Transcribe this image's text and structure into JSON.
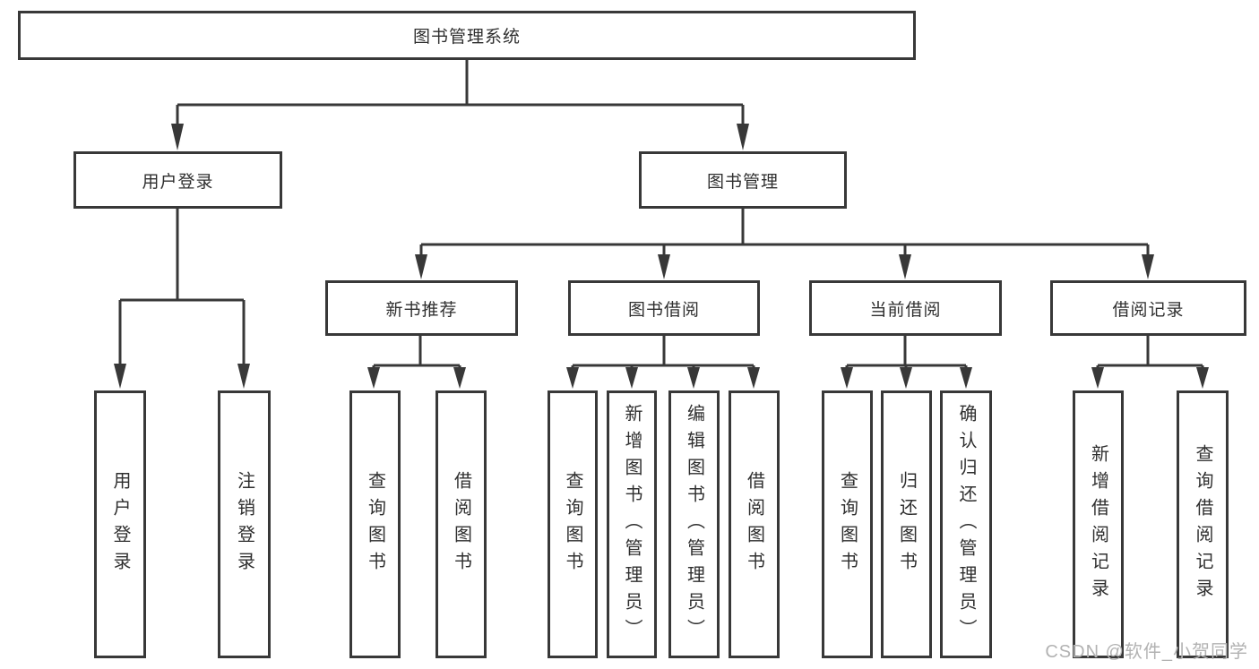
{
  "diagram": {
    "tree": {
      "label": "图书管理系统",
      "children": [
        {
          "label": "用户登录",
          "children": [
            {
              "label": "用户登录"
            },
            {
              "label": "注销登录"
            }
          ]
        },
        {
          "label": "图书管理",
          "children": [
            {
              "label": "新书推荐",
              "children": [
                {
                  "label": "查询图书"
                },
                {
                  "label": "借阅图书"
                }
              ]
            },
            {
              "label": "图书借阅",
              "children": [
                {
                  "label": "查询图书"
                },
                {
                  "label": "新增图书（管理员）"
                },
                {
                  "label": "编辑图书（管理员）"
                },
                {
                  "label": "借阅图书"
                }
              ]
            },
            {
              "label": "当前借阅",
              "children": [
                {
                  "label": "查询图书"
                },
                {
                  "label": "归还图书"
                },
                {
                  "label": "确认归还（管理员）"
                }
              ]
            },
            {
              "label": "借阅记录",
              "children": [
                {
                  "label": "新增借阅记录"
                },
                {
                  "label": "查询借阅记录"
                }
              ]
            }
          ]
        }
      ]
    },
    "colors": {
      "line": "#383838",
      "box_border": "#383838",
      "text": "#2f2f2f",
      "watermark": "#b2b2b2",
      "background": "#ffffff"
    },
    "watermark": "CSDN @软件_小贺同学"
  }
}
